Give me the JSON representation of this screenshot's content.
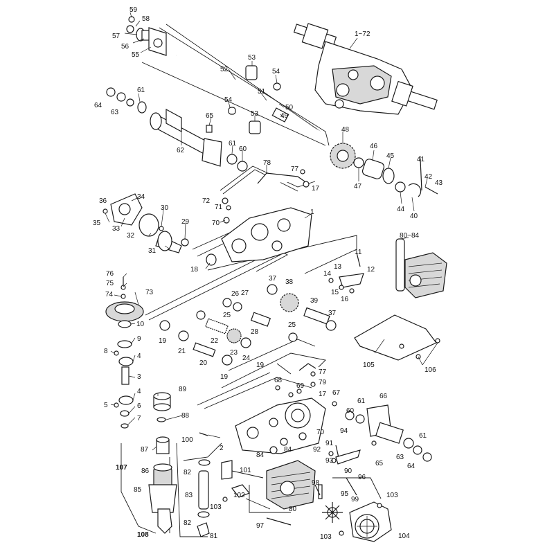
{
  "callouts": [
    {
      "id": "c59",
      "text": "59"
    },
    {
      "id": "c58",
      "text": "58"
    },
    {
      "id": "c57",
      "text": "57"
    },
    {
      "id": "c56",
      "text": "56"
    },
    {
      "id": "c55",
      "text": "55"
    },
    {
      "id": "c1-72",
      "text": "1~72"
    },
    {
      "id": "c53a",
      "text": "53"
    },
    {
      "id": "c52",
      "text": "52"
    },
    {
      "id": "c54a",
      "text": "54"
    },
    {
      "id": "c51",
      "text": "51"
    },
    {
      "id": "c50",
      "text": "50"
    },
    {
      "id": "c61a",
      "text": "61"
    },
    {
      "id": "c64a",
      "text": "64"
    },
    {
      "id": "c63a",
      "text": "63"
    },
    {
      "id": "c54b",
      "text": "54"
    },
    {
      "id": "c53b",
      "text": "53"
    },
    {
      "id": "c49",
      "text": "49"
    },
    {
      "id": "c65a",
      "text": "65"
    },
    {
      "id": "c48",
      "text": "48"
    },
    {
      "id": "c62",
      "text": "62"
    },
    {
      "id": "c61b",
      "text": "61"
    },
    {
      "id": "c60a",
      "text": "60"
    },
    {
      "id": "c46",
      "text": "46"
    },
    {
      "id": "c45",
      "text": "45"
    },
    {
      "id": "c41",
      "text": "41"
    },
    {
      "id": "c78",
      "text": "78"
    },
    {
      "id": "c77a",
      "text": "77"
    },
    {
      "id": "c17a",
      "text": "17"
    },
    {
      "id": "c47",
      "text": "47"
    },
    {
      "id": "c42",
      "text": "42"
    },
    {
      "id": "c43",
      "text": "43"
    },
    {
      "id": "c44",
      "text": "44"
    },
    {
      "id": "c40",
      "text": "40"
    },
    {
      "id": "c36",
      "text": "36"
    },
    {
      "id": "c34",
      "text": "34"
    },
    {
      "id": "c72",
      "text": "72"
    },
    {
      "id": "c71",
      "text": "71"
    },
    {
      "id": "c30",
      "text": "30"
    },
    {
      "id": "c35",
      "text": "35"
    },
    {
      "id": "c33",
      "text": "33"
    },
    {
      "id": "c32",
      "text": "32"
    },
    {
      "id": "c1",
      "text": "1"
    },
    {
      "id": "c70a",
      "text": "70"
    },
    {
      "id": "c29",
      "text": "29"
    },
    {
      "id": "c31",
      "text": "31"
    },
    {
      "id": "c80-84",
      "text": "80~84"
    },
    {
      "id": "c11",
      "text": "11"
    },
    {
      "id": "c18",
      "text": "18"
    },
    {
      "id": "c13",
      "text": "13"
    },
    {
      "id": "c12",
      "text": "12"
    },
    {
      "id": "c14",
      "text": "14"
    },
    {
      "id": "c76",
      "text": "76"
    },
    {
      "id": "c75",
      "text": "75"
    },
    {
      "id": "c15",
      "text": "15"
    },
    {
      "id": "c16",
      "text": "16"
    },
    {
      "id": "c37a",
      "text": "37"
    },
    {
      "id": "c38",
      "text": "38"
    },
    {
      "id": "c73",
      "text": "73"
    },
    {
      "id": "c74",
      "text": "74"
    },
    {
      "id": "c26",
      "text": "26"
    },
    {
      "id": "c27",
      "text": "27"
    },
    {
      "id": "c39",
      "text": "39"
    },
    {
      "id": "c25a",
      "text": "25"
    },
    {
      "id": "c37b",
      "text": "37"
    },
    {
      "id": "c10",
      "text": "10"
    },
    {
      "id": "c25b",
      "text": "25"
    },
    {
      "id": "c9",
      "text": "9"
    },
    {
      "id": "c28",
      "text": "28"
    },
    {
      "id": "c19a",
      "text": "19"
    },
    {
      "id": "c22",
      "text": "22"
    },
    {
      "id": "c21",
      "text": "21"
    },
    {
      "id": "c23",
      "text": "23"
    },
    {
      "id": "c24",
      "text": "24"
    },
    {
      "id": "c8",
      "text": "8"
    },
    {
      "id": "c4a",
      "text": "4"
    },
    {
      "id": "c19b",
      "text": "19"
    },
    {
      "id": "c20",
      "text": "20"
    },
    {
      "id": "c105",
      "text": "105"
    },
    {
      "id": "c106",
      "text": "106"
    },
    {
      "id": "c3",
      "text": "3"
    },
    {
      "id": "c19c",
      "text": "19"
    },
    {
      "id": "c77b",
      "text": "77"
    },
    {
      "id": "c68",
      "text": "68"
    },
    {
      "id": "c69",
      "text": "69"
    },
    {
      "id": "c79",
      "text": "79"
    },
    {
      "id": "c4b",
      "text": "4"
    },
    {
      "id": "c89",
      "text": "89"
    },
    {
      "id": "c67",
      "text": "67"
    },
    {
      "id": "c17b",
      "text": "17"
    },
    {
      "id": "c60b",
      "text": "60"
    },
    {
      "id": "c61c",
      "text": "61"
    },
    {
      "id": "c66",
      "text": "66"
    },
    {
      "id": "c5",
      "text": "5"
    },
    {
      "id": "c6",
      "text": "6"
    },
    {
      "id": "c7",
      "text": "7"
    },
    {
      "id": "c88",
      "text": "88"
    },
    {
      "id": "c94",
      "text": "94"
    },
    {
      "id": "c70b",
      "text": "70"
    },
    {
      "id": "c100",
      "text": "100"
    },
    {
      "id": "c87",
      "text": "87"
    },
    {
      "id": "c2",
      "text": "2"
    },
    {
      "id": "c84a",
      "text": "84"
    },
    {
      "id": "c84b",
      "text": "84"
    },
    {
      "id": "c91",
      "text": "91"
    },
    {
      "id": "c92",
      "text": "92"
    },
    {
      "id": "c93",
      "text": "93"
    },
    {
      "id": "c61d",
      "text": "61"
    },
    {
      "id": "c63b",
      "text": "63"
    },
    {
      "id": "c65b",
      "text": "65"
    },
    {
      "id": "c64b",
      "text": "64"
    },
    {
      "id": "c107",
      "text": "107"
    },
    {
      "id": "c86",
      "text": "86"
    },
    {
      "id": "c82a",
      "text": "82"
    },
    {
      "id": "c101",
      "text": "101"
    },
    {
      "id": "c90",
      "text": "90"
    },
    {
      "id": "c85",
      "text": "85"
    },
    {
      "id": "c83",
      "text": "83"
    },
    {
      "id": "c102",
      "text": "102"
    },
    {
      "id": "c98",
      "text": "98"
    },
    {
      "id": "c96",
      "text": "96"
    },
    {
      "id": "c103a",
      "text": "103"
    },
    {
      "id": "c103b",
      "text": "103"
    },
    {
      "id": "c95",
      "text": "95"
    },
    {
      "id": "c99",
      "text": "99"
    },
    {
      "id": "c80",
      "text": "80"
    },
    {
      "id": "c82b",
      "text": "82"
    },
    {
      "id": "c97",
      "text": "97"
    },
    {
      "id": "c108",
      "text": "108"
    },
    {
      "id": "c81",
      "text": "81"
    },
    {
      "id": "c103c",
      "text": "103"
    },
    {
      "id": "c104",
      "text": "104"
    }
  ]
}
